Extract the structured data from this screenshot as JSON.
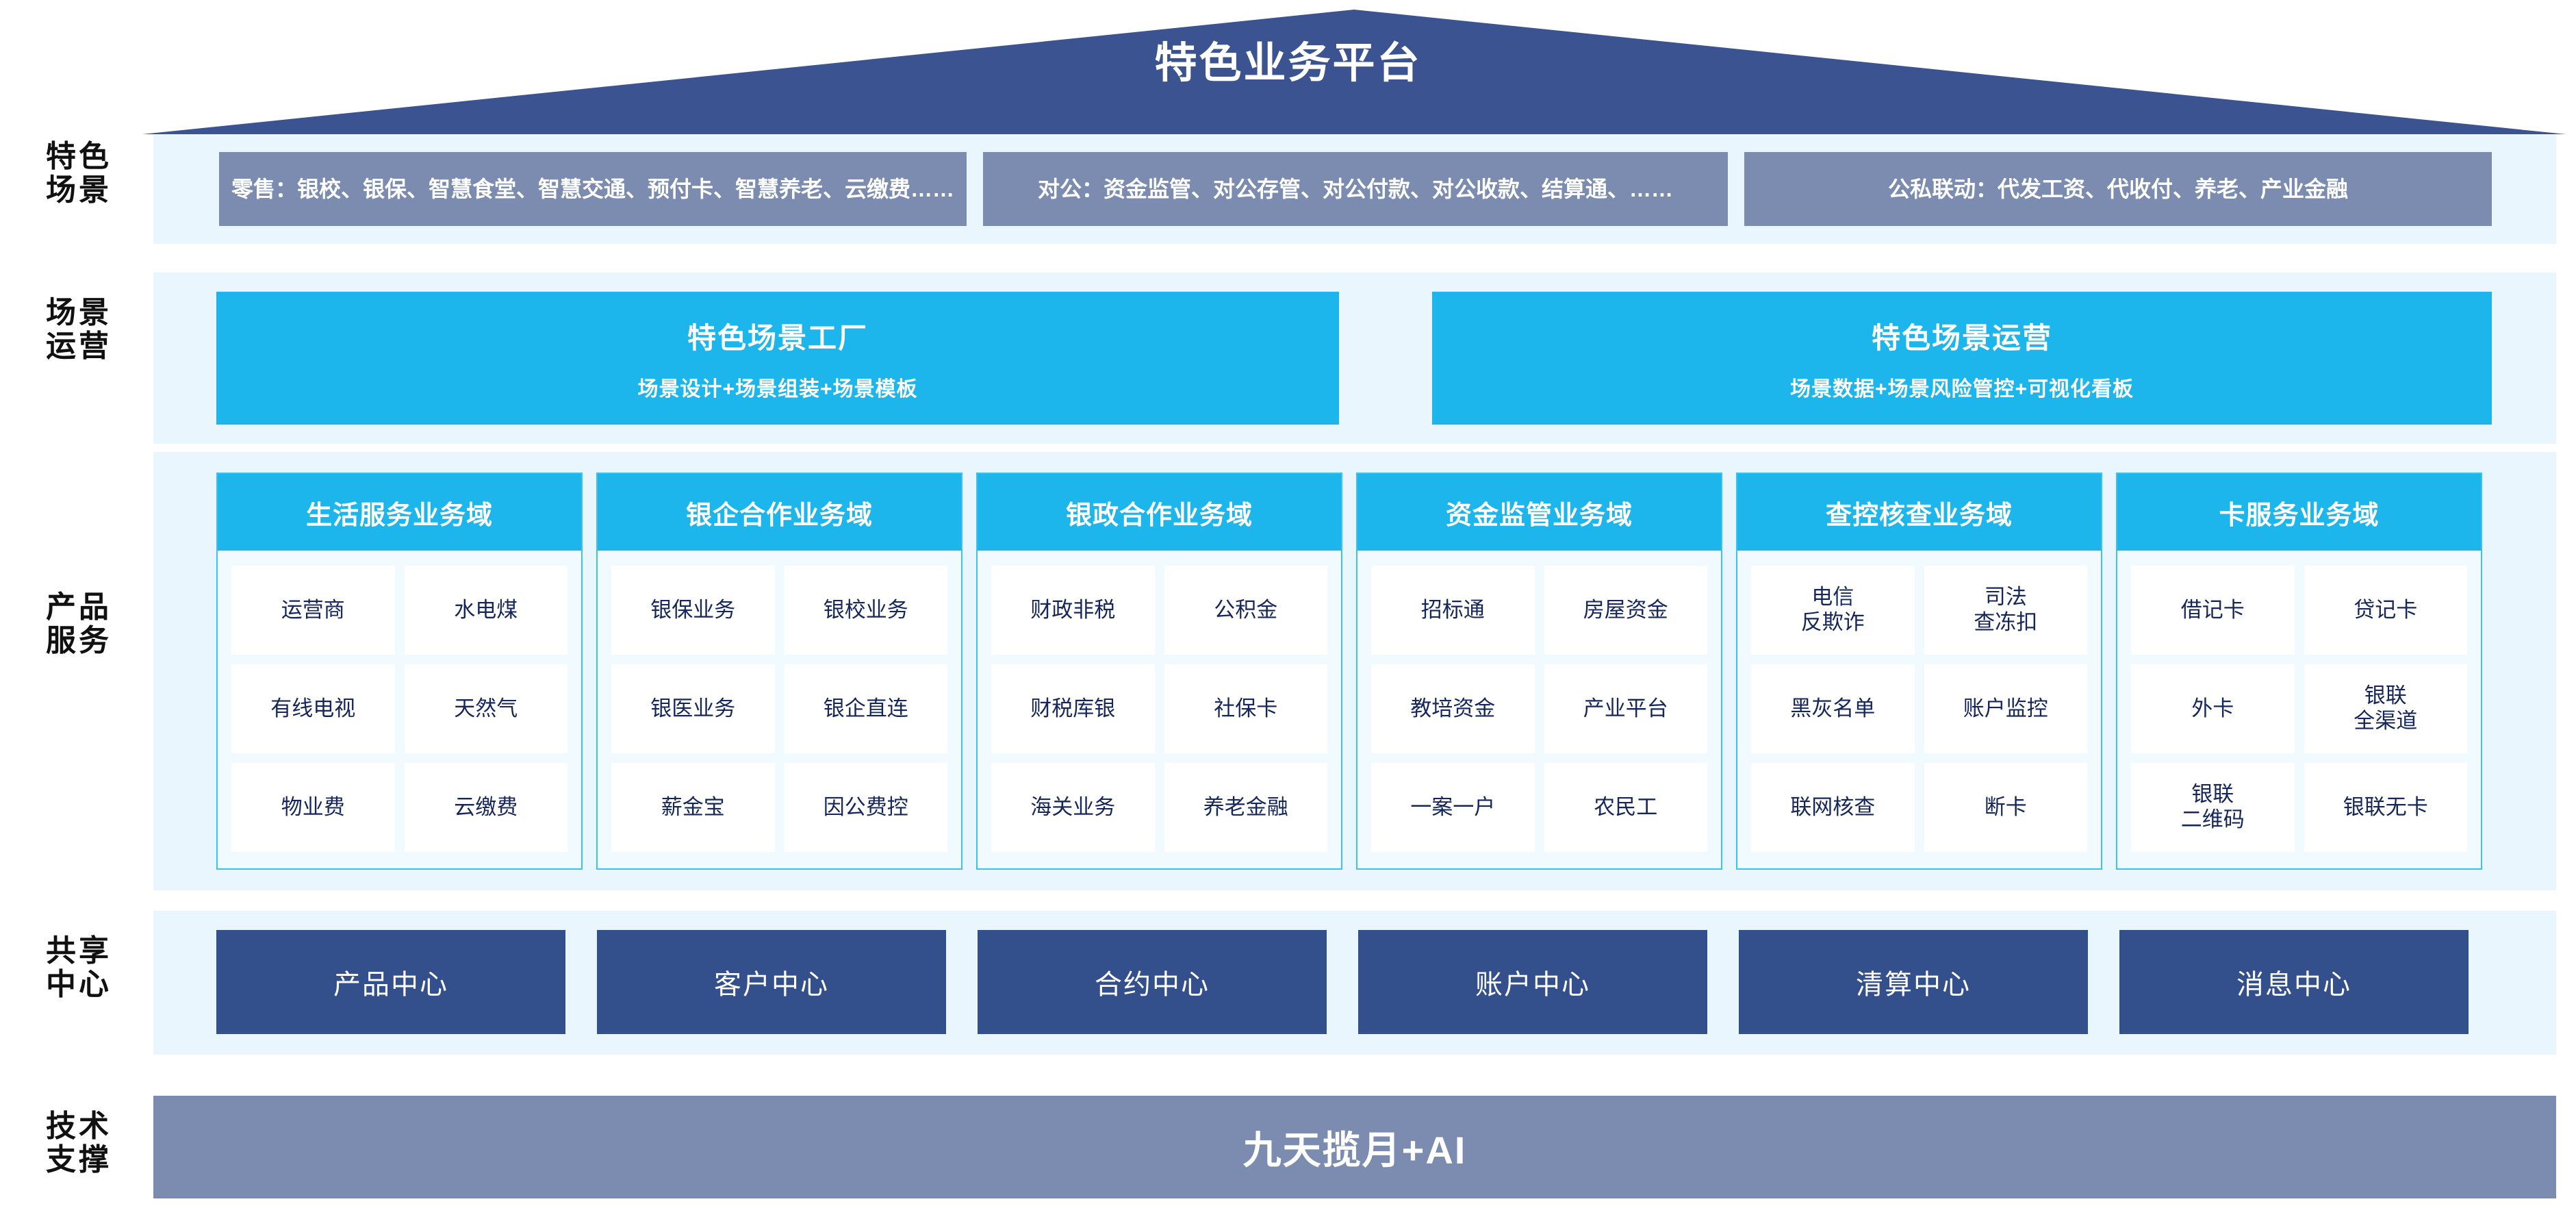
{
  "header": {
    "title": "特色业务平台"
  },
  "rows": {
    "scenes": {
      "label": "特色\n场景",
      "boxes": [
        {
          "name": "retail",
          "text": "零售：银校、银保、智慧食堂、智慧交通、预付卡、智慧养老、云缴费……"
        },
        {
          "name": "public",
          "text": "对公：资金监管、对公存管、对公付款、对公收款、结算通、……"
        },
        {
          "name": "linkage",
          "text": "公私联动：代发工资、代收付、养老、产业金融"
        }
      ]
    },
    "operations": {
      "label": "场景\n运营",
      "boxes": [
        {
          "name": "factory",
          "title": "特色场景工厂",
          "subtitle": "场景设计+场景组装+场景模板"
        },
        {
          "name": "operation",
          "title": "特色场景运营",
          "subtitle": "场景数据+场景风险管控+可视化看板"
        }
      ]
    },
    "products": {
      "label": "产品\n服务",
      "domains": [
        {
          "name": "life-service",
          "title": "生活服务业务域",
          "items": [
            "运营商",
            "水电煤",
            "有线电视",
            "天然气",
            "物业费",
            "云缴费"
          ]
        },
        {
          "name": "bank-enterprise",
          "title": "银企合作业务域",
          "items": [
            "银保业务",
            "银校业务",
            "银医业务",
            "银企直连",
            "薪金宝",
            "因公费控"
          ]
        },
        {
          "name": "bank-government",
          "title": "银政合作业务域",
          "items": [
            "财政非税",
            "公积金",
            "财税库银",
            "社保卡",
            "海关业务",
            "养老金融"
          ]
        },
        {
          "name": "fund-supervision",
          "title": "资金监管业务域",
          "items": [
            "招标通",
            "房屋资金",
            "教培资金",
            "产业平台",
            "一案一户",
            "农民工"
          ]
        },
        {
          "name": "investigation-control",
          "title": "查控核查业务域",
          "items": [
            "电信\n反欺诈",
            "司法\n查冻扣",
            "黑灰名单",
            "账户监控",
            "联网核查",
            "断卡"
          ]
        },
        {
          "name": "card-service",
          "title": "卡服务业务域",
          "items": [
            "借记卡",
            "贷记卡",
            "外卡",
            "银联\n全渠道",
            "银联\n二维码",
            "银联无卡"
          ]
        }
      ]
    },
    "shared_centers": {
      "label": "共享\n中心",
      "boxes": [
        {
          "name": "product",
          "label": "产品中心"
        },
        {
          "name": "customer",
          "label": "客户中心"
        },
        {
          "name": "contract",
          "label": "合约中心"
        },
        {
          "name": "account",
          "label": "账户中心"
        },
        {
          "name": "clearing",
          "label": "清算中心"
        },
        {
          "name": "message",
          "label": "消息中心"
        }
      ]
    },
    "tech_support": {
      "label": "技术\n支撑",
      "text": "九天揽月+AI"
    }
  },
  "colors": {
    "roof_navy": "#3b5390",
    "slate_blue": "#7b8cb0",
    "cyan": "#1cb6ed",
    "band_bg": "#e9f6fd",
    "card_bg": "#f1faff",
    "center_navy": "#33508c",
    "text_navy": "#14265c"
  }
}
